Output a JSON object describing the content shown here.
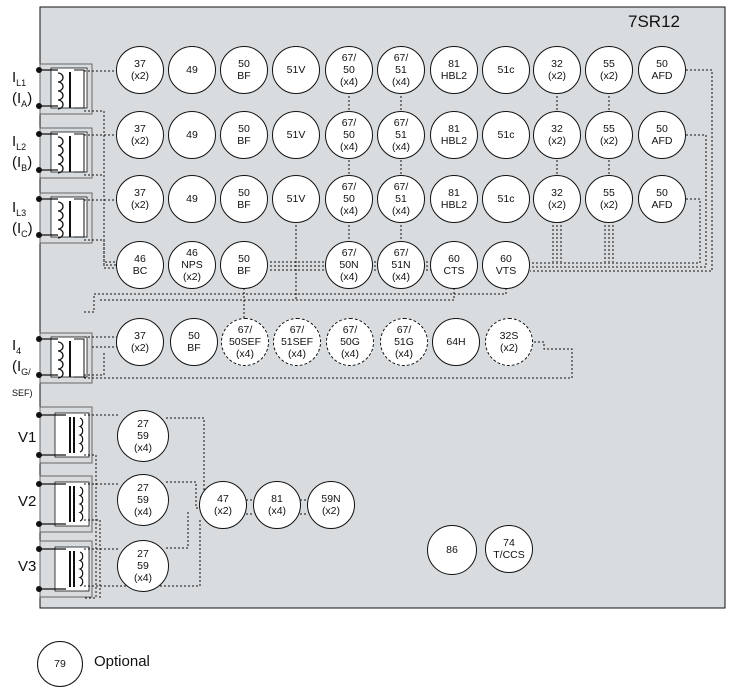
{
  "relay": {
    "title": "7SR12"
  },
  "colors": {
    "panel": "#d9dcdf",
    "line": "#111111",
    "ct_fill": "#ffffff"
  },
  "inputs": [
    {
      "main": "I",
      "sub": "L1",
      "paren": "(I",
      "psub": "A",
      "close": ")"
    },
    {
      "main": "I",
      "sub": "L2",
      "paren": "(I",
      "psub": "B",
      "close": ")"
    },
    {
      "main": "I",
      "sub": "L3",
      "paren": "(I",
      "psub": "C",
      "close": ")"
    },
    {
      "main": "I",
      "sub": "4",
      "paren": "(I",
      "psub": "G/",
      "close": "",
      "extra": "SEF)"
    },
    {
      "main": "V1"
    },
    {
      "main": "V2"
    },
    {
      "main": "V3"
    }
  ],
  "rows": [
    {
      "functions": [
        "37\n(x2)",
        "49",
        "50\nBF",
        "51V",
        "67/\n50\n(x4)",
        "67/\n51\n(x4)",
        "81\nHBL2",
        "51c",
        "32\n(x2)",
        "55\n(x2)",
        "50\nAFD"
      ]
    },
    {
      "functions": [
        "37\n(x2)",
        "49",
        "50\nBF",
        "51V",
        "67/\n50\n(x4)",
        "67/\n51\n(x4)",
        "81\nHBL2",
        "51c",
        "32\n(x2)",
        "55\n(x2)",
        "50\nAFD"
      ]
    },
    {
      "functions": [
        "37\n(x2)",
        "49",
        "50\nBF",
        "51V",
        "67/\n50\n(x4)",
        "67/\n51\n(x4)",
        "81\nHBL2",
        "51c",
        "32\n(x2)",
        "55\n(x2)",
        "50\nAFD"
      ]
    },
    {
      "functions": [
        "46\nBC",
        "46\nNPS\n(x2)",
        "50\nBF",
        "67/\n50N\n(x4)",
        "67/\n51N\n(x4)",
        "60\nCTS",
        "60\nVTS"
      ]
    },
    {
      "functions": [
        "37\n(x2)",
        "50\nBF",
        "67/\n50SEF\n(x4)",
        "67/\n51SEF\n(x4)",
        "67/\n50G\n(x4)",
        "67/\n51G\n(x4)",
        "64H",
        "32S\n(x2)"
      ]
    }
  ],
  "voltage_functions": [
    "27\n59\n(x4)",
    "27\n59\n(x4)",
    "27\n59\n(x4)"
  ],
  "voltage_row": [
    "47\n(x2)",
    "81\n(x4)",
    "59N\n(x2)"
  ],
  "misc": [
    "86",
    "74\nT/CCS"
  ],
  "legend": {
    "symbol_text": "79",
    "label": "Optional"
  }
}
